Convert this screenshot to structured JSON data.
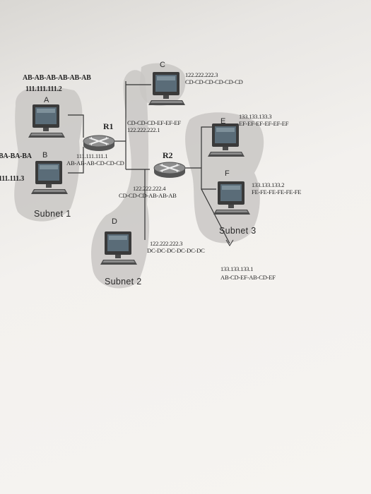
{
  "hosts": {
    "A": {
      "label": "A",
      "ip": "111.111.111.2",
      "mac": "AB-AB-AB-AB-AB-AB"
    },
    "B": {
      "label": "B",
      "ip": "111.111.3",
      "mac": "BA-BA-BA"
    },
    "C": {
      "label": "C",
      "ip": "122.222.222.3",
      "mac": "CD-CD-CD-CD-CD-CD"
    },
    "D": {
      "label": "D",
      "ip": "122.222.222.3",
      "mac": "DC-DC-DC-DC-DC-DC"
    },
    "E": {
      "label": "E",
      "ip": "133.133.133.3",
      "mac": "EF-EF-EF-EF-EF-EF"
    },
    "F": {
      "label": "F",
      "ip": "133.133.133.2",
      "mac": "FE-FE-FE-FE-FE-FE"
    }
  },
  "routers": {
    "R1": {
      "label": "R1",
      "if_subnet1": {
        "ip": "111.111.111.1",
        "mac": "AB-AB-AB-CD-CD-CD"
      },
      "if_subnet2": {
        "ip": "122.222.222.1",
        "mac": "CD-CD-CD-EF-EF-EF"
      }
    },
    "R2": {
      "label": "R2",
      "if_subnet2": {
        "ip": "122.222.222.4",
        "mac": "CD-CD-CD-AB-AB-AB"
      },
      "if_subnet3": {
        "ip": "133.133.133.1",
        "mac": "AB-CD-EF-AB-CD-EF"
      }
    }
  },
  "subnets": {
    "s1": "Subnet 1",
    "s2": "Subnet 2",
    "s3": "Subnet 3"
  },
  "colors": {
    "subnet_fill": "#c9c7c4",
    "line": "#333333"
  }
}
